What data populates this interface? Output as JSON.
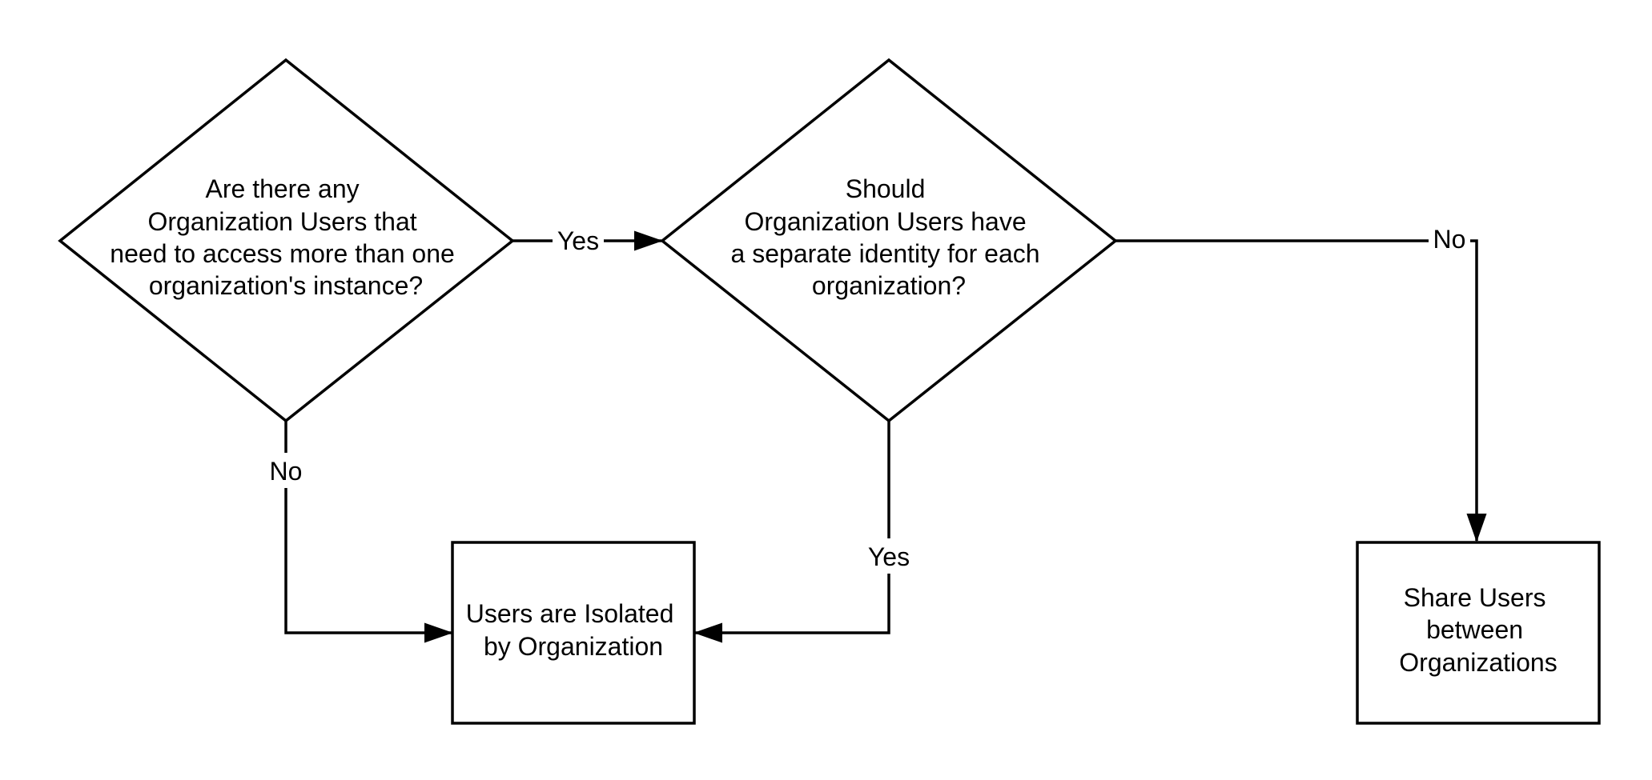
{
  "diagram": {
    "type": "flowchart",
    "nodes": {
      "q1": {
        "shape": "decision",
        "lines": [
          "Are there any",
          "Organization Users that",
          "need to access more than one",
          "organization's instance?"
        ]
      },
      "q2": {
        "shape": "decision",
        "lines": [
          "Should",
          "Organization Users have",
          "a separate identity for each",
          "organization?"
        ]
      },
      "isolated": {
        "shape": "process",
        "lines": [
          "Users are Isolated",
          "by Organization"
        ]
      },
      "share": {
        "shape": "process",
        "lines": [
          "Share Users",
          "between",
          "Organizations"
        ]
      }
    },
    "edges": {
      "q1_yes": {
        "from": "q1",
        "to": "q2",
        "label": "Yes"
      },
      "q1_no": {
        "from": "q1",
        "to": "isolated",
        "label": "No"
      },
      "q2_yes": {
        "from": "q2",
        "to": "isolated",
        "label": "Yes"
      },
      "q2_no": {
        "from": "q2",
        "to": "share",
        "label": "No"
      }
    }
  }
}
